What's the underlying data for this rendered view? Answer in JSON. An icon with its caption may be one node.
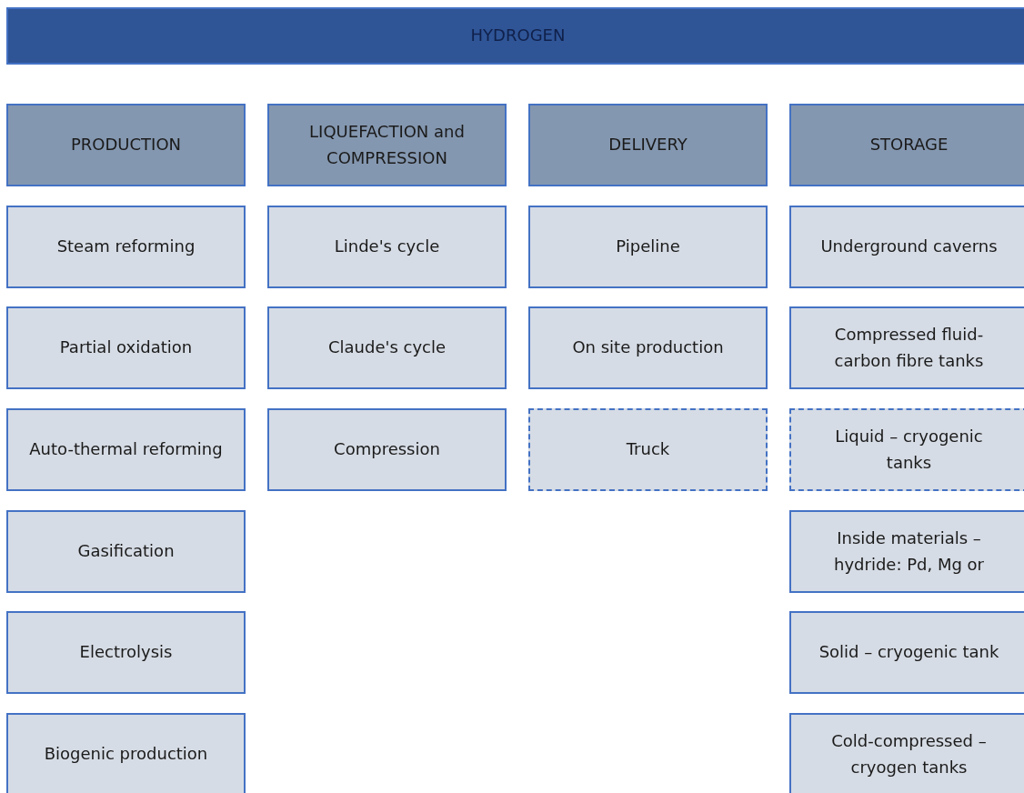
{
  "diagram": {
    "nodes": [
      {
        "text": [
          "HYDROGEN"
        ]
      },
      {
        "text": [
          "PRODUCTION"
        ]
      },
      {
        "text": [
          "LIQUEFACTION and COMPRESSION"
        ]
      },
      {
        "text": [
          "DELIVERY"
        ]
      },
      {
        "text": [
          "STORAGE"
        ]
      },
      {
        "text": [
          "Steam reforming"
        ]
      },
      {
        "text": [
          "Linde's cycle"
        ]
      },
      {
        "text": [
          "Pipeline"
        ]
      },
      {
        "text": [
          "Underground caverns"
        ]
      },
      {
        "text": [
          "Partial oxidation"
        ]
      },
      {
        "text": [
          "Claude's cycle"
        ]
      },
      {
        "text": [
          "On site production"
        ]
      },
      {
        "text": [
          "Compressed fluid-carbon fibre tanks"
        ]
      },
      {
        "text": [
          "Auto-thermal reforming"
        ]
      },
      {
        "text": [
          "Compression"
        ]
      },
      {
        "text": [
          "Truck"
        ]
      },
      {
        "text": [
          "Liquid – cryogenic tanks"
        ]
      },
      {
        "text": [
          "Gasification"
        ]
      },
      {
        "text": [
          "Inside materials – hydride: Pd, Mg or"
        ]
      },
      {
        "text": [
          "Electrolysis"
        ]
      },
      {
        "text": [
          "Solid – cryogenic tank"
        ]
      },
      {
        "text": [
          "Biogenic production"
        ]
      },
      {
        "text": [
          "Cold-compressed – cryogen tanks"
        ]
      }
    ],
    "edges": []
  }
}
